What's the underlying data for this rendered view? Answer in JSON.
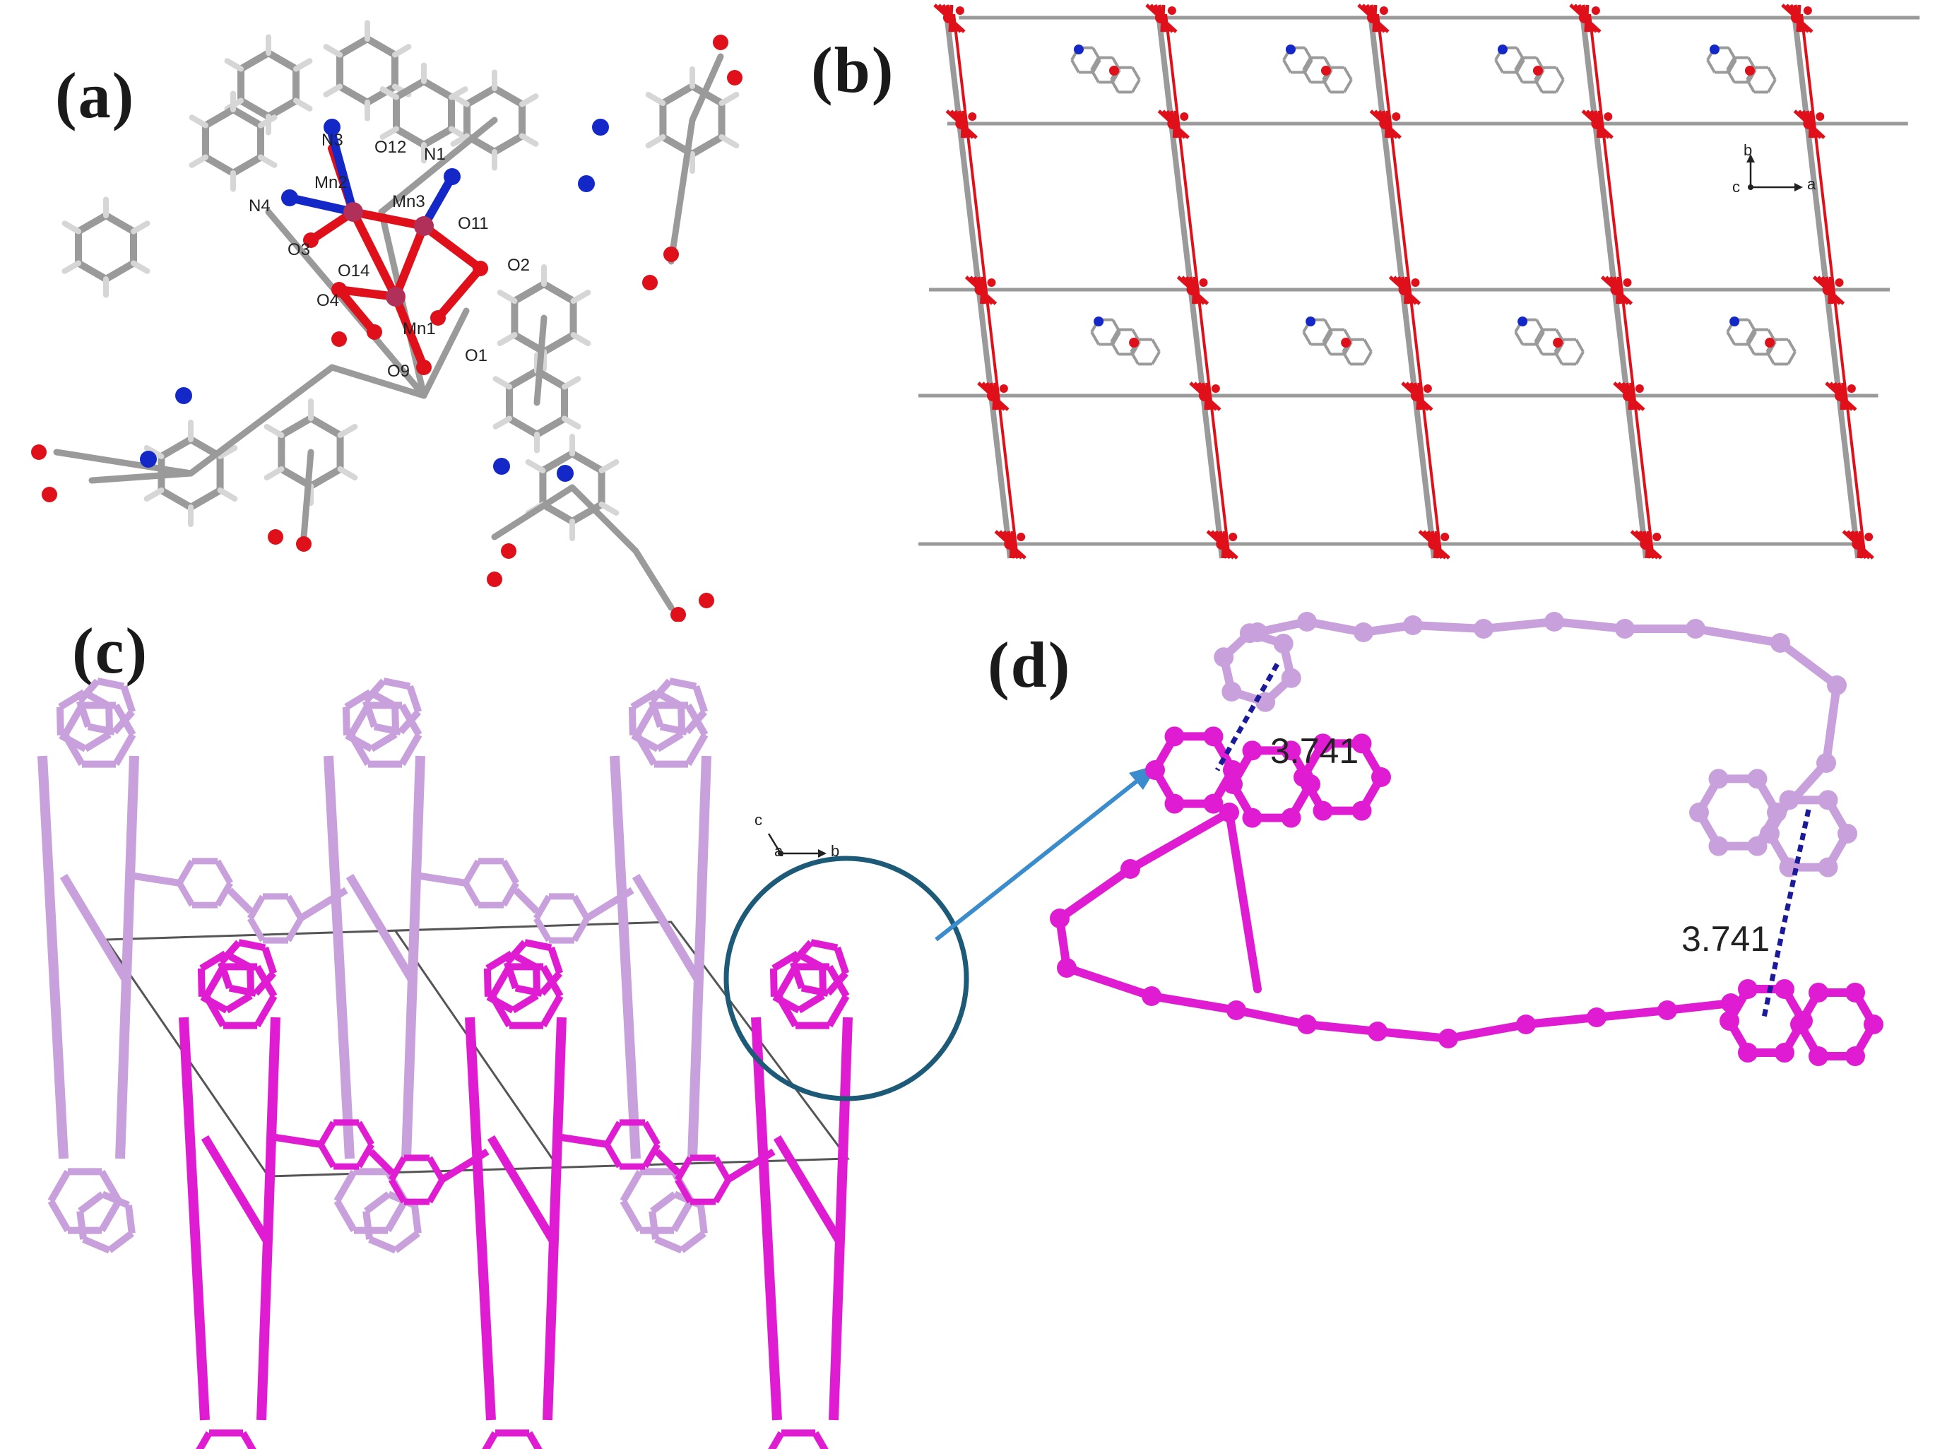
{
  "figure": {
    "panels": [
      {
        "id": "a",
        "label": "(a)"
      },
      {
        "id": "b",
        "label": "(b)"
      },
      {
        "id": "c",
        "label": "(c)"
      },
      {
        "id": "d",
        "label": "(d)"
      }
    ]
  },
  "panel_a": {
    "atom_labels": [
      "N3",
      "O12",
      "N1",
      "Mn2",
      "Mn3",
      "N4",
      "O11",
      "O3",
      "O14",
      "O2",
      "O4",
      "Mn1",
      "O9",
      "O1"
    ]
  },
  "panel_b": {
    "axes": {
      "b": "b",
      "c": "c",
      "a": "a"
    }
  },
  "panel_c": {
    "axes": {
      "c": "c",
      "a": "a",
      "b": "b"
    }
  },
  "panel_d": {
    "distances": [
      "3.741",
      "3.741"
    ]
  },
  "colors": {
    "carbon": "#9a9a9a",
    "hydrogen": "#d6d6d6",
    "oxygen": "#e0101a",
    "nitrogen": "#1428c8",
    "manganese": "#b0305a",
    "layer_light": "#c8a0dc",
    "layer_dark": "#e01cd2",
    "arrow": "#3a8ccc",
    "circle": "#1c5a78",
    "dashed_bond": "#1a1a9a"
  }
}
